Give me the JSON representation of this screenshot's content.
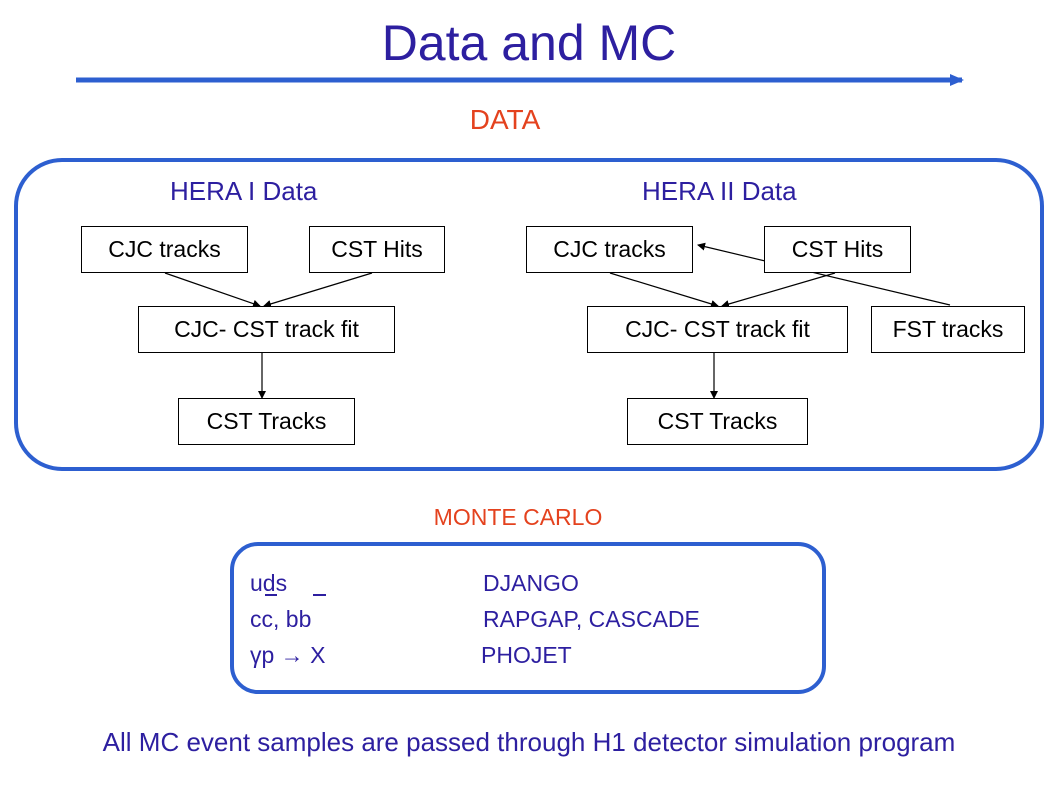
{
  "title": "Data and MC",
  "data_section": {
    "label": "DATA",
    "hera1": {
      "heading": "HERA I Data",
      "cjc_tracks": "CJC tracks",
      "cst_hits": "CST Hits",
      "track_fit": "CJC- CST track fit",
      "cst_tracks": "CST Tracks"
    },
    "hera2": {
      "heading": "HERA II Data",
      "cjc_tracks": "CJC tracks",
      "cst_hits": "CST Hits",
      "track_fit": "CJC- CST track fit",
      "fst_tracks": "FST tracks",
      "cst_tracks": "CST Tracks"
    }
  },
  "mc_section": {
    "label": "MONTE CARLO",
    "rows": [
      {
        "process": "uds",
        "generator": "DJANGO"
      },
      {
        "process": "cc, bb",
        "generator": "RAPGAP, CASCADE"
      },
      {
        "process": "γp → X",
        "generator": "PHOJET"
      }
    ]
  },
  "footer": "All MC event samples are passed through H1 detector simulation program",
  "colors": {
    "title": "#2d1fa0",
    "accent": "#e4421e",
    "panel_border": "#2d5fd0",
    "arrow": "#2d5fd0"
  }
}
